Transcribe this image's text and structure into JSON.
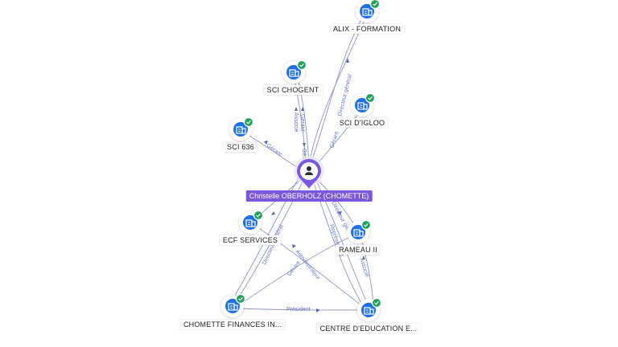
{
  "person": {
    "name": "Christelle OBERHOLZ (CHOMETTE)",
    "icon": "person-icon"
  },
  "companies": [
    {
      "id": "alix",
      "label": "ALIX - FORMATION",
      "icon": "building-icon",
      "badge": "check-badge-icon"
    },
    {
      "id": "chogent",
      "label": "SCI CHOGENT",
      "icon": "building-icon",
      "badge": "check-badge-icon"
    },
    {
      "id": "igloo",
      "label": "SCI D'IGLOO",
      "icon": "building-icon",
      "badge": "check-badge-icon"
    },
    {
      "id": "sci636",
      "label": "SCI 636",
      "icon": "building-icon",
      "badge": "check-badge-icon"
    },
    {
      "id": "ecf",
      "label": "ECF SERVICES",
      "icon": "building-icon",
      "badge": "check-badge-icon"
    },
    {
      "id": "rameau",
      "label": "RAMEAU II",
      "icon": "building-icon",
      "badge": "check-badge-icon"
    },
    {
      "id": "chomette",
      "label": "CHOMETTE FINANCES IN...",
      "icon": "building-icon",
      "badge": "check-badge-icon"
    },
    {
      "id": "centre",
      "label": "CENTRE D'EDUCATION E...",
      "icon": "building-icon",
      "badge": "check-badge-icon"
    }
  ],
  "edge_labels": {
    "alix": "Directeur général",
    "chogent_a": "Gérant",
    "chogent_b": "Associé",
    "igloo": "Gérant",
    "sci636": "Gérant",
    "person_mid": "Gérant",
    "ecf_dg": "Directeur général",
    "centre_a": "Directeur général",
    "centre_b": "Représentant",
    "rameau": "Associé",
    "ecf_admin": "Administrateur",
    "chomette_gerant": "Gérant",
    "president": "Président"
  },
  "colors": {
    "node_blue": "#1f6fe6",
    "badge_green": "#22a25a",
    "person_purple": "#7b57e0",
    "edge": "#8e95c8",
    "edge_label": "#6f77c9"
  }
}
